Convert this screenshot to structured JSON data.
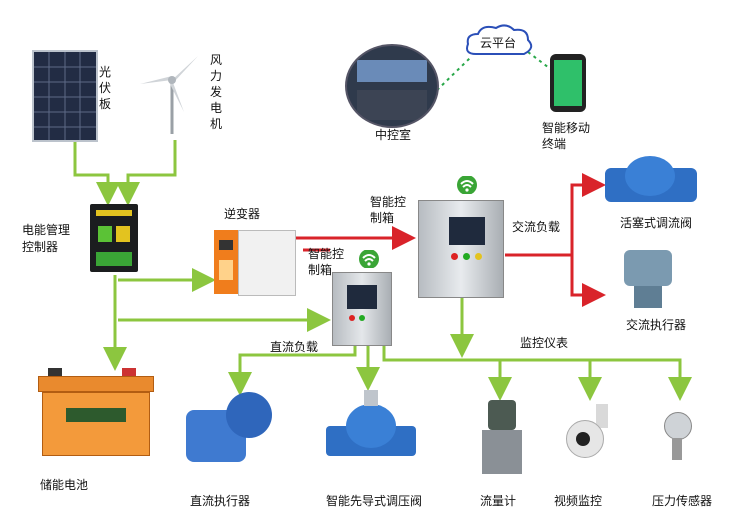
{
  "labels": {
    "solar_panel": "光伏板",
    "wind_generator": "风力发电机",
    "energy_controller": "电能管理\n控制器",
    "battery": "储能电池",
    "inverter": "逆变器",
    "smart_box_main": "智能控\n制箱",
    "smart_box_dc": "智能控\n制箱",
    "control_room": "中控室",
    "cloud_platform": "云平台",
    "mobile_terminal": "智能移动\n终端",
    "ac_load": "交流负载",
    "dc_load": "直流负载",
    "monitoring_instruments": "监控仪表",
    "piston_valve": "活塞式调流阀",
    "ac_actuator": "交流执行器",
    "dc_actuator": "直流执行器",
    "pilot_valve": "智能先导式调压阀",
    "flow_meter": "流量计",
    "video_monitor": "视频监控",
    "pressure_sensor": "压力传感器"
  },
  "colors": {
    "dc_line": "#8cc63f",
    "ac_line": "#d9232a",
    "network_line": "#2aa84a"
  },
  "icons": {
    "wifi": "wifi-icon"
  }
}
